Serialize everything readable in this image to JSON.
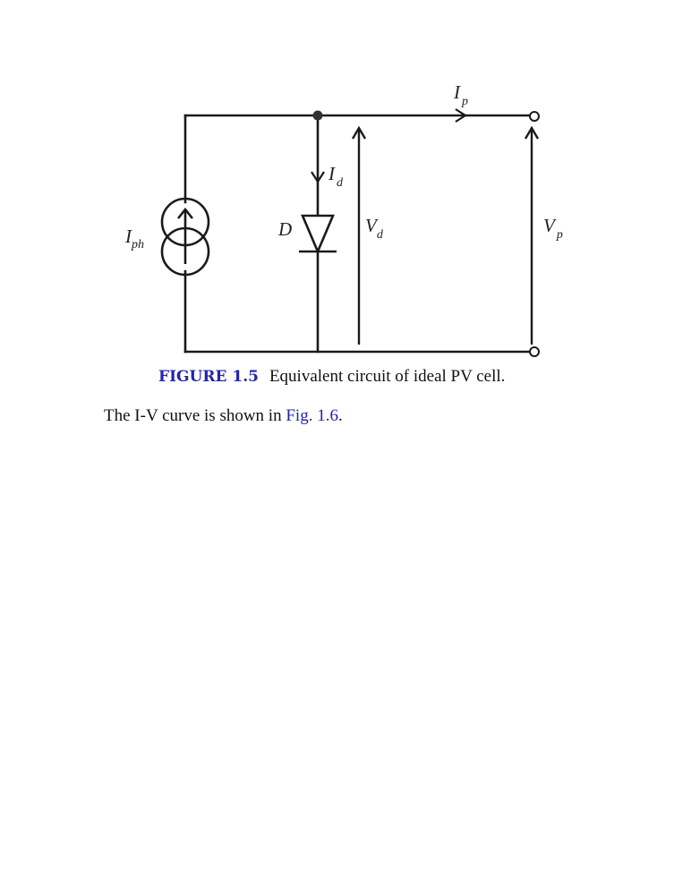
{
  "circuit": {
    "labels": {
      "photocurrent": {
        "symbol": "I",
        "subscript": "ph"
      },
      "diode_current": {
        "symbol": "I",
        "subscript": "d"
      },
      "output_current": {
        "symbol": "I",
        "subscript": "p"
      },
      "diode": "D",
      "diode_voltage": {
        "symbol": "V",
        "subscript": "d"
      },
      "output_voltage": {
        "symbol": "V",
        "subscript": "p"
      }
    }
  },
  "caption": {
    "label": "FIGURE 1.5",
    "text": "Equivalent circuit of ideal PV cell."
  },
  "body": {
    "text_before": "The I-V curve is shown in ",
    "link_text": "Fig. 1.6",
    "text_after": "."
  },
  "colors": {
    "link": "#2424a8",
    "figure_label": "#2424a8",
    "line": "#1a1a1a"
  }
}
